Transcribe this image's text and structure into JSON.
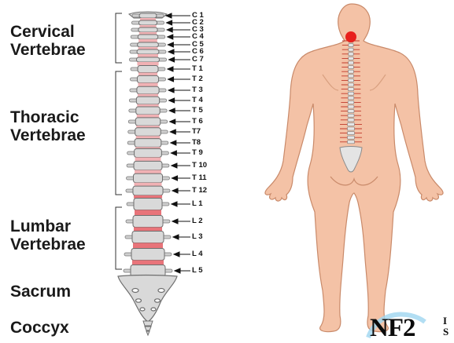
{
  "sections": {
    "cervical": [
      "Cervical",
      "Vertebrae"
    ],
    "thoracic": [
      "Thoracic",
      "Vertebrae"
    ],
    "lumbar": [
      "Lumbar",
      "Vertebrae"
    ],
    "sacrum": "Sacrum",
    "coccyx": "Coccyx"
  },
  "vertebra_labels": [
    "C 1",
    "C 2",
    "C 3",
    "C 4",
    "C 5",
    "C 6",
    "C 7",
    "T 1",
    "T 2",
    "T 3",
    "T 4",
    "T 5",
    "T 6",
    "T7",
    "T8",
    "T 9",
    "T 10",
    "T 11",
    "T 12",
    "L 1",
    "L 2",
    "L 3",
    "L 4",
    "L 5"
  ],
  "logo": {
    "main": "NF2",
    "side_top": "I",
    "side_bottom": "S"
  },
  "colors": {
    "bone": "#d9d9d9",
    "bone_outline": "#7a7a7a",
    "disc": "#e8747a",
    "skin": "#f4c2a6",
    "skin_outline": "#c98a6a",
    "highlight": "#e8201c",
    "logo_watermark": "#9fd6f0"
  }
}
